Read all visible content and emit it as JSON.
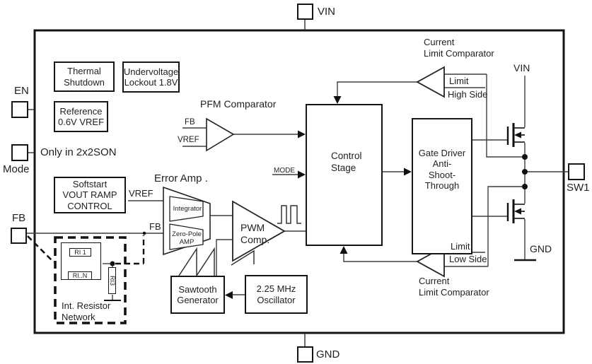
{
  "diagram": {
    "title": "DC-DC converter functional block diagram",
    "colors": {
      "ink": "#1f1f1f",
      "wire": "#3d3d3d",
      "background": "#ffffff"
    },
    "pins": {
      "vin": "VIN",
      "gnd": "GND",
      "en": "EN",
      "mode": "Mode",
      "fb": "FB",
      "sw1": "SW1"
    },
    "blocks": {
      "thermal_shutdown": "Thermal\nShutdown",
      "undervoltage_lockout": "Undervoltage\nLockout 1.8V",
      "reference": "Reference\n0.6V VREF",
      "softstart": "Softstart\nVOUT RAMP\nCONTROL",
      "control_stage": "Control\nStage",
      "gate_driver": "Gate Driver\nAnti-\nShoot-Through",
      "sawtooth_generator": "Sawtooth\nGenerator",
      "oscillator": "2.25 MHz\nOscillator",
      "integrator": "Integrator",
      "zero_pole_amp": "Zero-Pole\nAMP",
      "ri1": "RI 1",
      "ri_n": "RI..N",
      "ri3": "RI3",
      "int_resistor_network": "Int. Resistor\nNetwork"
    },
    "labels": {
      "pfm_comparator": "PFM Comparator",
      "error_amp": "Error Amp .",
      "pwm_comp": "PWM\nComp.",
      "current_limit_comparator": "Current\nLimit Comparator",
      "limit": "Limit",
      "high_side": "High Side",
      "low_side": "Low Side",
      "only_in_2x2son": "Only in 2x2SON",
      "vin_rail": "VIN",
      "gnd_rail": "GND",
      "mode_signal": "MODE",
      "fb_signal": "FB",
      "vref_signal": "VREF"
    }
  }
}
